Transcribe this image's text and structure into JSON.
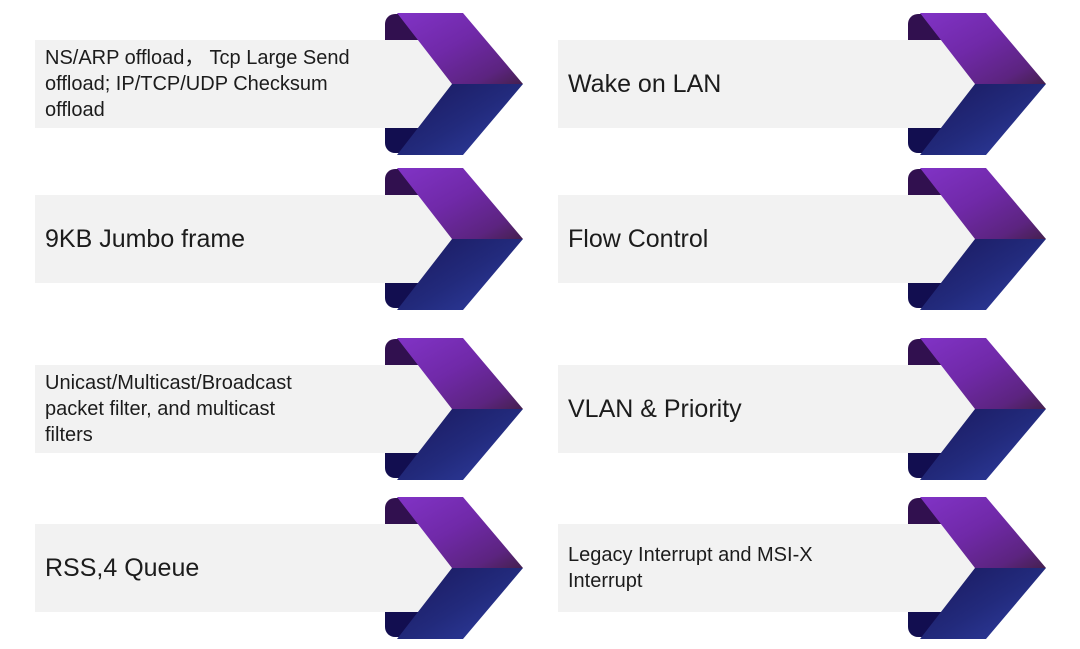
{
  "page": {
    "description": "Network controller feature list diagram, two columns of four ribbon-arrow items",
    "background_color": "#ffffff"
  },
  "colors": {
    "bar_background": "#f2f2f2",
    "text": "#1c1c1c",
    "chevron_purple_bright": "#8133c6",
    "chevron_purple_mid": "#7029a8",
    "chevron_purple_dark_tip": "#45204e",
    "chevron_blue_dark": "#1a185c",
    "chevron_blue_mid": "#222a7c",
    "chevron_blue_bright": "#2f3da0",
    "fold_top_purple": "#31104f",
    "fold_bottom_navy": "#120e50"
  },
  "icon": {
    "name": "ribbon-chevron-right-icon",
    "shape": "folded ribbon arrow pointing right, purple upper half, blue lower half"
  },
  "items": [
    {
      "label": "NS/ARP offload， Tcp Large Send\noffload; IP/TCP/UDP Checksum\noffload",
      "column": "left",
      "row": 1,
      "text_size": "small"
    },
    {
      "label": "Wake on LAN",
      "column": "right",
      "row": 1,
      "text_size": "large"
    },
    {
      "label": "9KB Jumbo frame",
      "column": "left",
      "row": 2,
      "text_size": "large"
    },
    {
      "label": "Flow Control",
      "column": "right",
      "row": 2,
      "text_size": "large"
    },
    {
      "label": "Unicast/Multicast/Broadcast\npacket filter, and multicast\nfilters",
      "column": "left",
      "row": 3,
      "text_size": "small"
    },
    {
      "label": "VLAN & Priority",
      "column": "right",
      "row": 3,
      "text_size": "large"
    },
    {
      "label": "RSS,4 Queue",
      "column": "left",
      "row": 4,
      "text_size": "large"
    },
    {
      "label": "Legacy Interrupt and MSI-X\nInterrupt",
      "column": "right",
      "row": 4,
      "text_size": "small"
    }
  ]
}
